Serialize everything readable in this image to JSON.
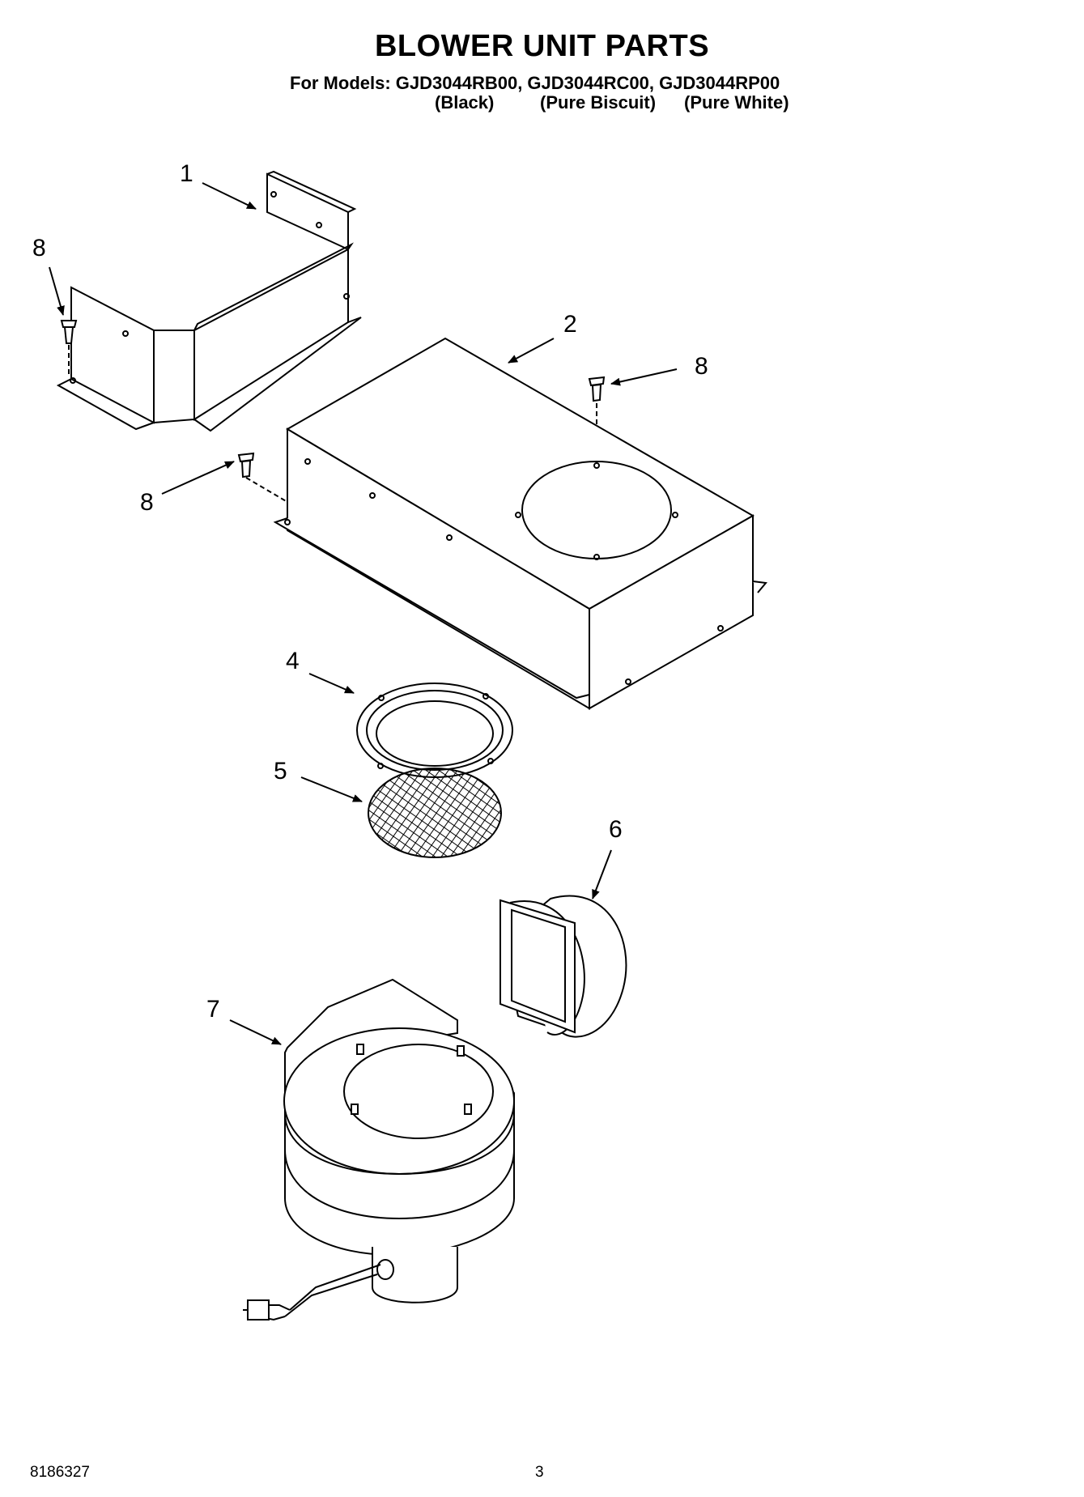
{
  "header": {
    "title": "BLOWER UNIT PARTS",
    "models_line": "For Models: GJD3044RB00, GJD3044RC00, GJD3044RP00",
    "colors": [
      "(Black)",
      "(Pure Biscuit)",
      "(Pure White)"
    ]
  },
  "callouts": {
    "part1": "1",
    "part2": "2",
    "part4": "4",
    "part5": "5",
    "part6": "6",
    "part7": "7",
    "part8a": "8",
    "part8b": "8",
    "part8c": "8"
  },
  "footer": {
    "doc_number": "8186327",
    "page_number": "3"
  }
}
